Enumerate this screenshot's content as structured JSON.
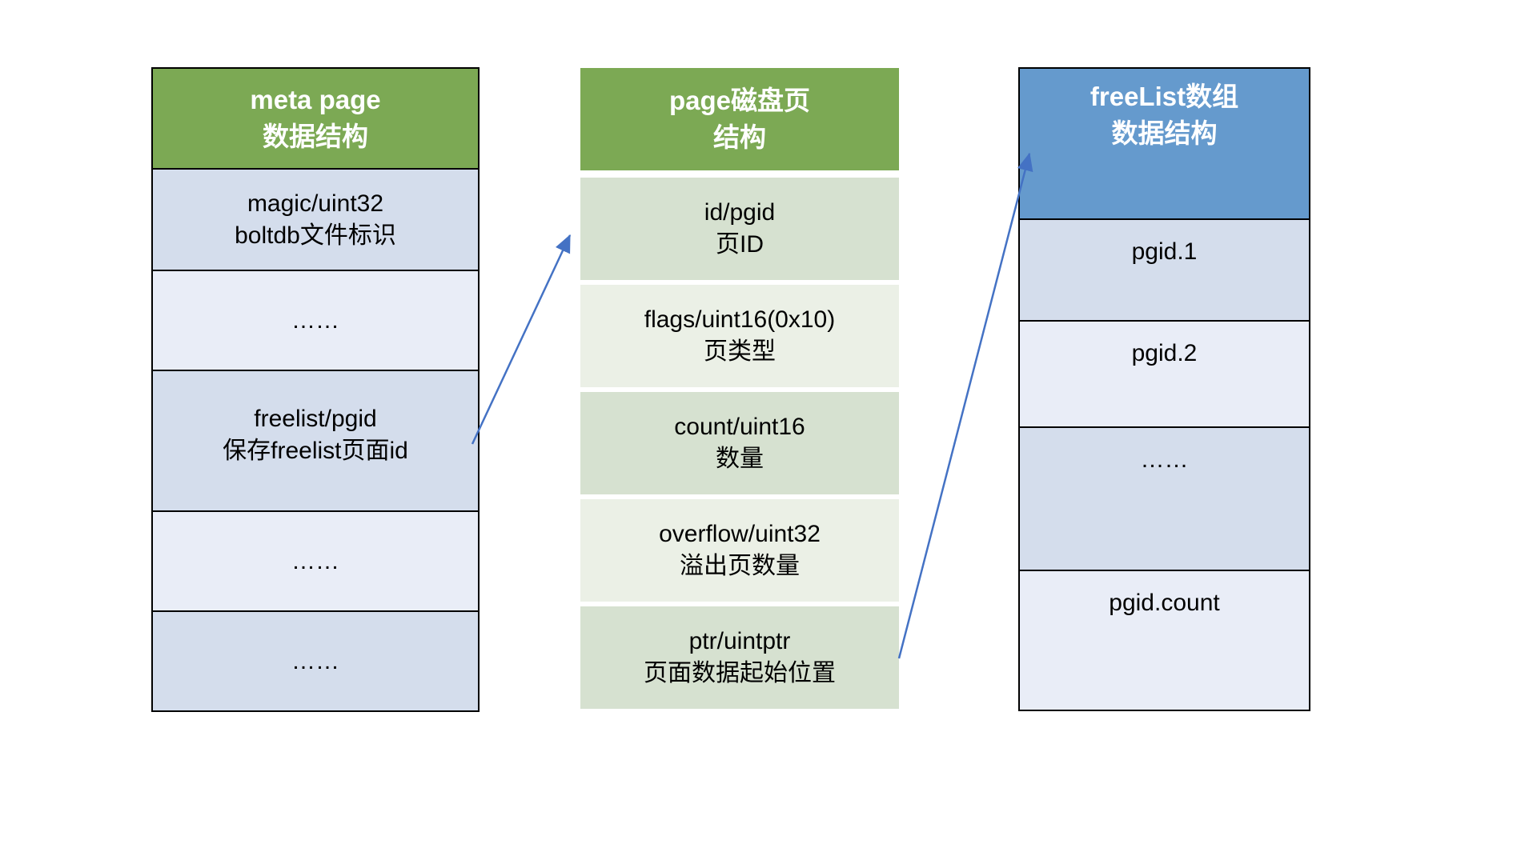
{
  "colors": {
    "green_header": "#7CA954",
    "blue_header": "#659ACD",
    "row_blue_dark": "#D4DDEC",
    "row_blue_light": "#E9EDF7",
    "row_green_dark": "#D6E1D0",
    "row_green_light": "#EBF0E6",
    "arrow": "#4472C4",
    "border": "#000000"
  },
  "tables": {
    "meta": {
      "title_line1": "meta page",
      "title_line2": "数据结构",
      "rows": [
        {
          "line1": "magic/uint32",
          "line2": "boltdb文件标识"
        },
        {
          "line1": "……"
        },
        {
          "line1": "freelist/pgid",
          "line2": "保存freelist页面id"
        },
        {
          "line1": "……"
        },
        {
          "line1": "……"
        }
      ]
    },
    "page": {
      "title_line1": "page磁盘页",
      "title_line2": "结构",
      "rows": [
        {
          "line1": "id/pgid",
          "line2": "页ID"
        },
        {
          "line1": "flags/uint16(0x10)",
          "line2": "页类型"
        },
        {
          "line1": "count/uint16",
          "line2": "数量"
        },
        {
          "line1": "overflow/uint32",
          "line2": "溢出页数量"
        },
        {
          "line1": "ptr/uintptr",
          "line2": "页面数据起始位置"
        }
      ]
    },
    "freelist": {
      "title_line1": "freeList数组",
      "title_line2": "数据结构",
      "rows": [
        {
          "line1": "pgid.1"
        },
        {
          "line1": "pgid.2"
        },
        {
          "line1": "……"
        },
        {
          "line1": "pgid.count"
        }
      ]
    }
  },
  "arrows": [
    {
      "from": "meta-table freelist/pgid row",
      "to": "page-table id/pgid row"
    },
    {
      "from": "page-table ptr/uintptr row",
      "to": "freeList-table header"
    }
  ]
}
